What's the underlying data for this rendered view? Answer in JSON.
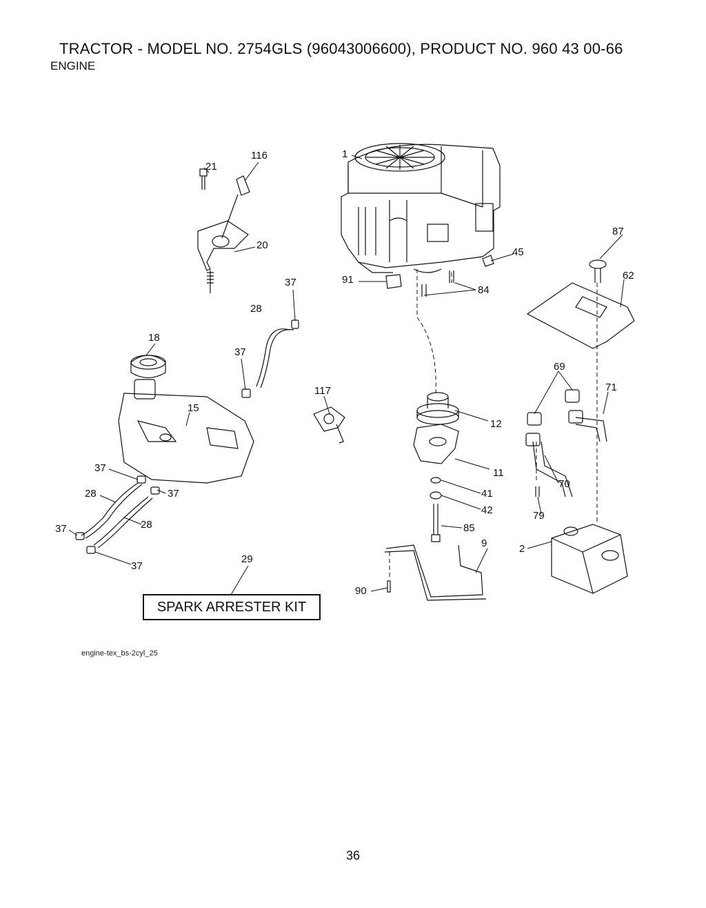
{
  "header": {
    "title": "TRACTOR - MODEL NO. 2754GLS (96043006600), PRODUCT NO. 960 43 00-66",
    "subtitle": "ENGINE"
  },
  "callouts": [
    {
      "id": "1",
      "label": "1"
    },
    {
      "id": "21",
      "label": "21"
    },
    {
      "id": "116",
      "label": "116"
    },
    {
      "id": "20",
      "label": "20"
    },
    {
      "id": "87",
      "label": "87"
    },
    {
      "id": "45",
      "label": "45"
    },
    {
      "id": "62",
      "label": "62"
    },
    {
      "id": "91",
      "label": "91"
    },
    {
      "id": "84",
      "label": "84"
    },
    {
      "id": "37a",
      "label": "37"
    },
    {
      "id": "28a",
      "label": "28"
    },
    {
      "id": "18",
      "label": "18"
    },
    {
      "id": "37b",
      "label": "37"
    },
    {
      "id": "69",
      "label": "69"
    },
    {
      "id": "71",
      "label": "71"
    },
    {
      "id": "117",
      "label": "117"
    },
    {
      "id": "15",
      "label": "15"
    },
    {
      "id": "12",
      "label": "12"
    },
    {
      "id": "11",
      "label": "11"
    },
    {
      "id": "70",
      "label": "70"
    },
    {
      "id": "37c",
      "label": "37"
    },
    {
      "id": "28b",
      "label": "28"
    },
    {
      "id": "37d",
      "label": "37"
    },
    {
      "id": "41",
      "label": "41"
    },
    {
      "id": "42",
      "label": "42"
    },
    {
      "id": "79",
      "label": "79"
    },
    {
      "id": "28c",
      "label": "28"
    },
    {
      "id": "37e",
      "label": "37"
    },
    {
      "id": "85",
      "label": "85"
    },
    {
      "id": "9",
      "label": "9"
    },
    {
      "id": "2",
      "label": "2"
    },
    {
      "id": "37f",
      "label": "37"
    },
    {
      "id": "29",
      "label": "29"
    },
    {
      "id": "90",
      "label": "90"
    }
  ],
  "kit_label": "SPARK ARRESTER KIT",
  "reference": "engine-tex_bs-2cyl_25",
  "page_number": "36"
}
